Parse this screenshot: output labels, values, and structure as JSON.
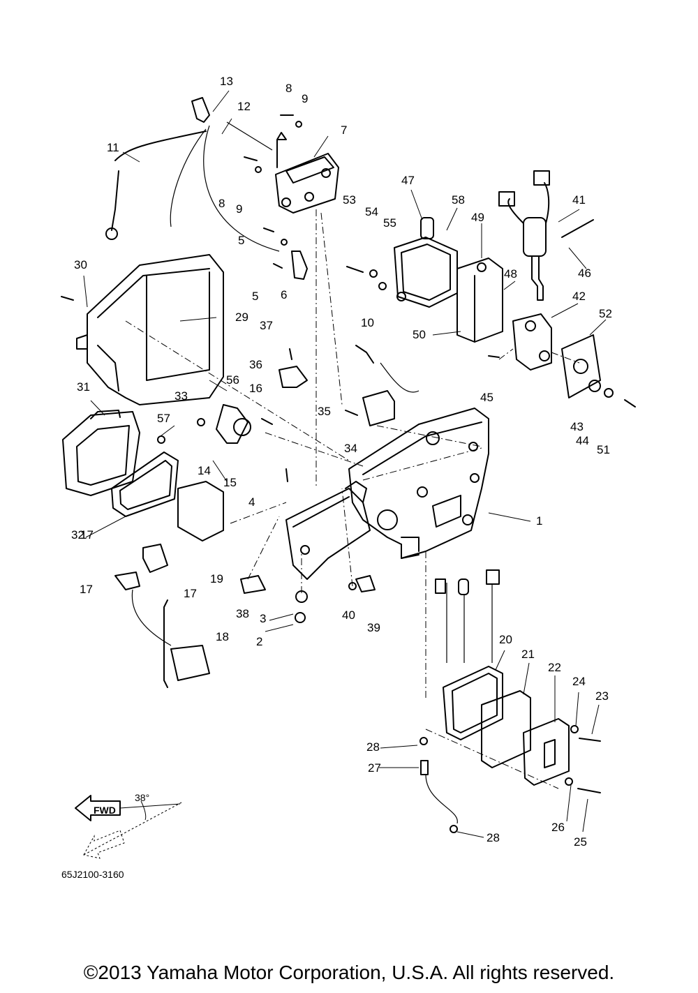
{
  "diagram": {
    "part_numbers": [
      "1",
      "2",
      "3",
      "4",
      "5",
      "5",
      "6",
      "7",
      "8",
      "8",
      "9",
      "9",
      "10",
      "11",
      "12",
      "13",
      "14",
      "15",
      "16",
      "17",
      "17",
      "17",
      "18",
      "19",
      "20",
      "21",
      "22",
      "23",
      "24",
      "25",
      "26",
      "27",
      "28",
      "28",
      "29",
      "30",
      "31",
      "32",
      "33",
      "34",
      "35",
      "36",
      "37",
      "38",
      "39",
      "40",
      "41",
      "42",
      "43",
      "44",
      "45",
      "46",
      "47",
      "48",
      "49",
      "50",
      "51",
      "52",
      "53",
      "54",
      "55",
      "56",
      "57",
      "58"
    ],
    "direction_label": "FWD",
    "angle_label": "38°",
    "drawing_code": "65J2100-3160"
  },
  "footer": {
    "copyright": "©2013 Yamaha Motor Corporation, U.S.A. All rights reserved."
  }
}
